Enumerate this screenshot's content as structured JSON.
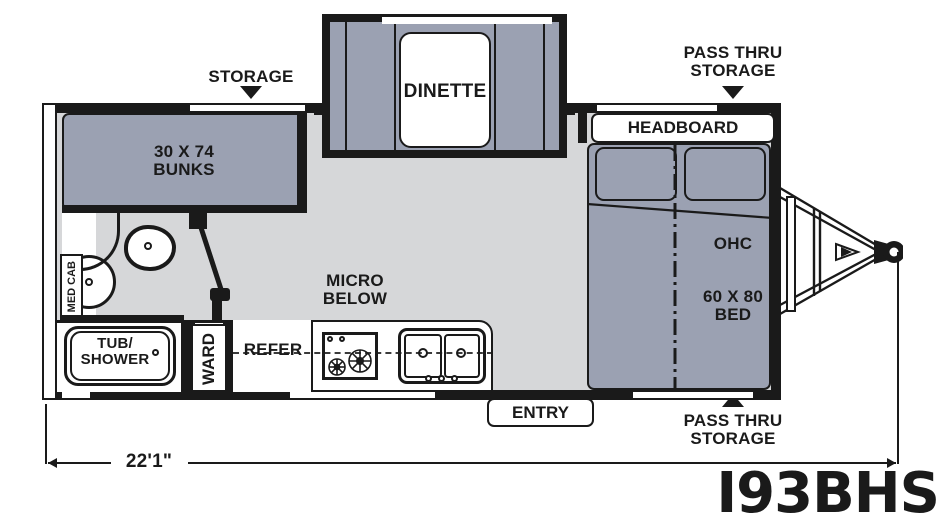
{
  "diagram": {
    "type": "rv-floorplan",
    "model": "I93BHS",
    "overall_length": "22'1\"",
    "colors": {
      "wall": "#1a1a1a",
      "floor": "#d6d7d9",
      "furniture": "#9ba1b2",
      "white": "#ffffff",
      "text": "#1a1a1a"
    }
  },
  "labels": {
    "storage": "STORAGE",
    "dinette": "DINETTE",
    "pass_thru_storage_top": "PASS THRU\nSTORAGE",
    "pass_thru_storage_bottom": "PASS THRU\nSTORAGE",
    "headboard": "HEADBOARD",
    "bunks": "30 X 74\nBUNKS",
    "ohc": "OHC",
    "bed": "60 X 80\nBED",
    "med_cab": "MED CAB",
    "tub_shower": "TUB/\nSHOWER",
    "ward": "WARD",
    "refer": "REFER",
    "micro_below": "MICRO\nBELOW",
    "entry": "ENTRY"
  },
  "dimension": {
    "length": "22'1\""
  },
  "rooms": [
    {
      "name": "bunks",
      "label": "30 X 74 BUNKS"
    },
    {
      "name": "dinette",
      "label": "DINETTE"
    },
    {
      "name": "bedroom",
      "label": "60 X 80 BED"
    },
    {
      "name": "bathroom",
      "label": "TUB/SHOWER"
    },
    {
      "name": "kitchen",
      "label": "REFER"
    }
  ]
}
